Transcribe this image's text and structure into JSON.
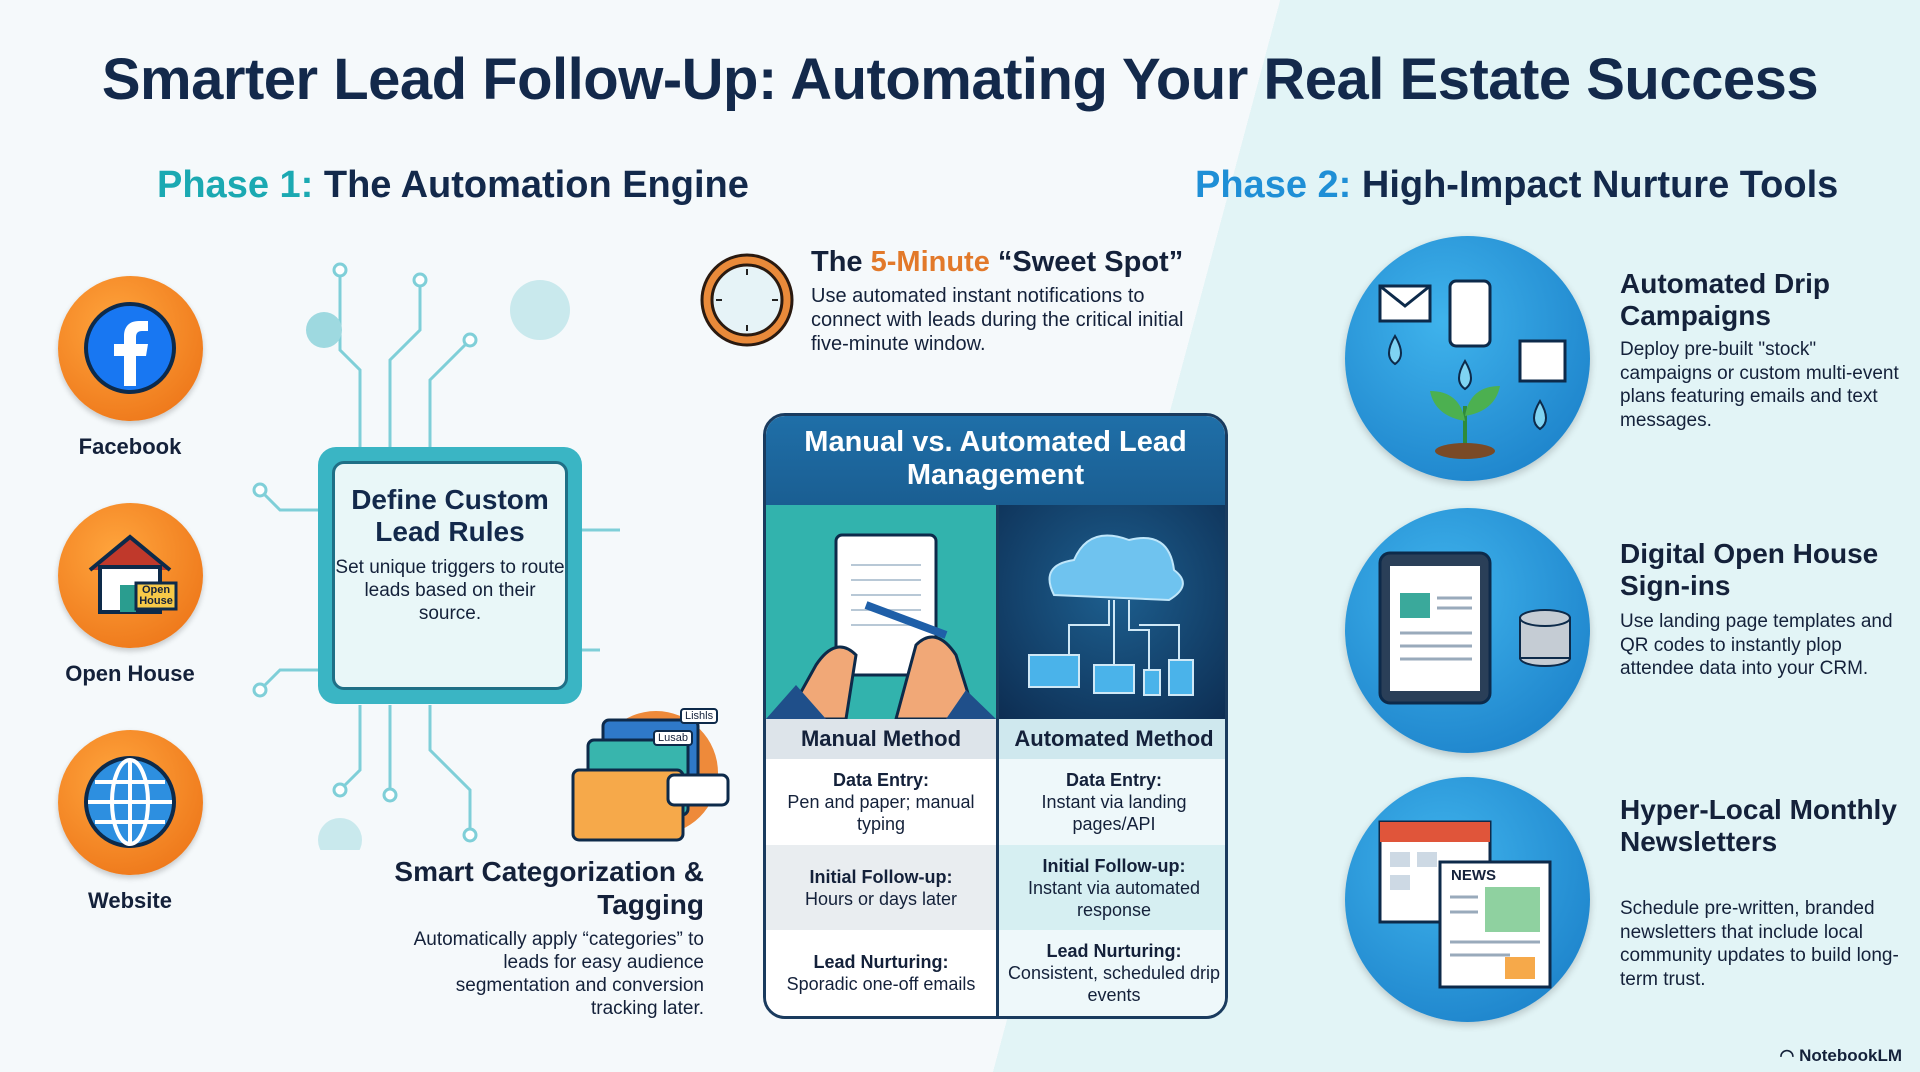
{
  "title": "Smarter Lead Follow-Up: Automating Your Real Estate Success",
  "phase1": {
    "prefix": "Phase 1:",
    "label": "The Automation Engine"
  },
  "phase2": {
    "prefix": "Phase 2:",
    "label": "High-Impact Nurture Tools"
  },
  "sources": [
    {
      "label": "Facebook",
      "icon": "facebook-icon"
    },
    {
      "label": "Open House",
      "icon": "house-icon",
      "sign": "Open House"
    },
    {
      "label": "Website",
      "icon": "globe-icon"
    }
  ],
  "rules": {
    "title": "Define Custom Lead Rules",
    "body": "Set unique triggers to route leads based on their source."
  },
  "sweet_spot": {
    "pre": "The ",
    "accent": "5-Minute",
    "post": " “Sweet Spot”",
    "body": "Use automated instant notifications to connect with leads during the critical initial five-minute window."
  },
  "table": {
    "title": "Manual vs. Automated Lead Management",
    "columns": [
      {
        "header": "Manual Method",
        "rows": [
          {
            "k": "Data Entry:",
            "v": "Pen and paper; manual typing"
          },
          {
            "k": "Initial Follow-up:",
            "v": "Hours or days later"
          },
          {
            "k": "Lead Nurturing:",
            "v": "Sporadic one-off emails"
          }
        ]
      },
      {
        "header": "Automated Method",
        "rows": [
          {
            "k": "Data Entry:",
            "v": "Instant via landing pages/API"
          },
          {
            "k": "Initial Follow-up:",
            "v": "Instant via automated response"
          },
          {
            "k": "Lead Nurturing:",
            "v": "Consistent, scheduled drip events"
          }
        ]
      }
    ]
  },
  "categorization": {
    "title": "Smart Categorization & Tagging",
    "body": "Automatically apply “categories” to leads for easy audience segmentation and conversion tracking later.",
    "tags": [
      "Lishls",
      "Lusab"
    ]
  },
  "tools": [
    {
      "title": "Automated Drip Campaigns",
      "body": "Deploy pre-built \"stock\" campaigns or custom multi-event plans featuring emails and text messages."
    },
    {
      "title": "Digital Open House Sign-ins",
      "body": "Use landing page templates and QR codes to instantly plop attendee data into your CRM."
    },
    {
      "title": "Hyper-Local Monthly Newsletters",
      "body": "Schedule pre-written, branded newsletters that include local community updates to build long-term trust.",
      "news_label": "NEWS"
    }
  ],
  "brand": "NotebookLM",
  "colors": {
    "navy": "#13294b",
    "teal": "#1ba9b2",
    "blue": "#1f8fd6",
    "orange": "#ea6d12"
  }
}
